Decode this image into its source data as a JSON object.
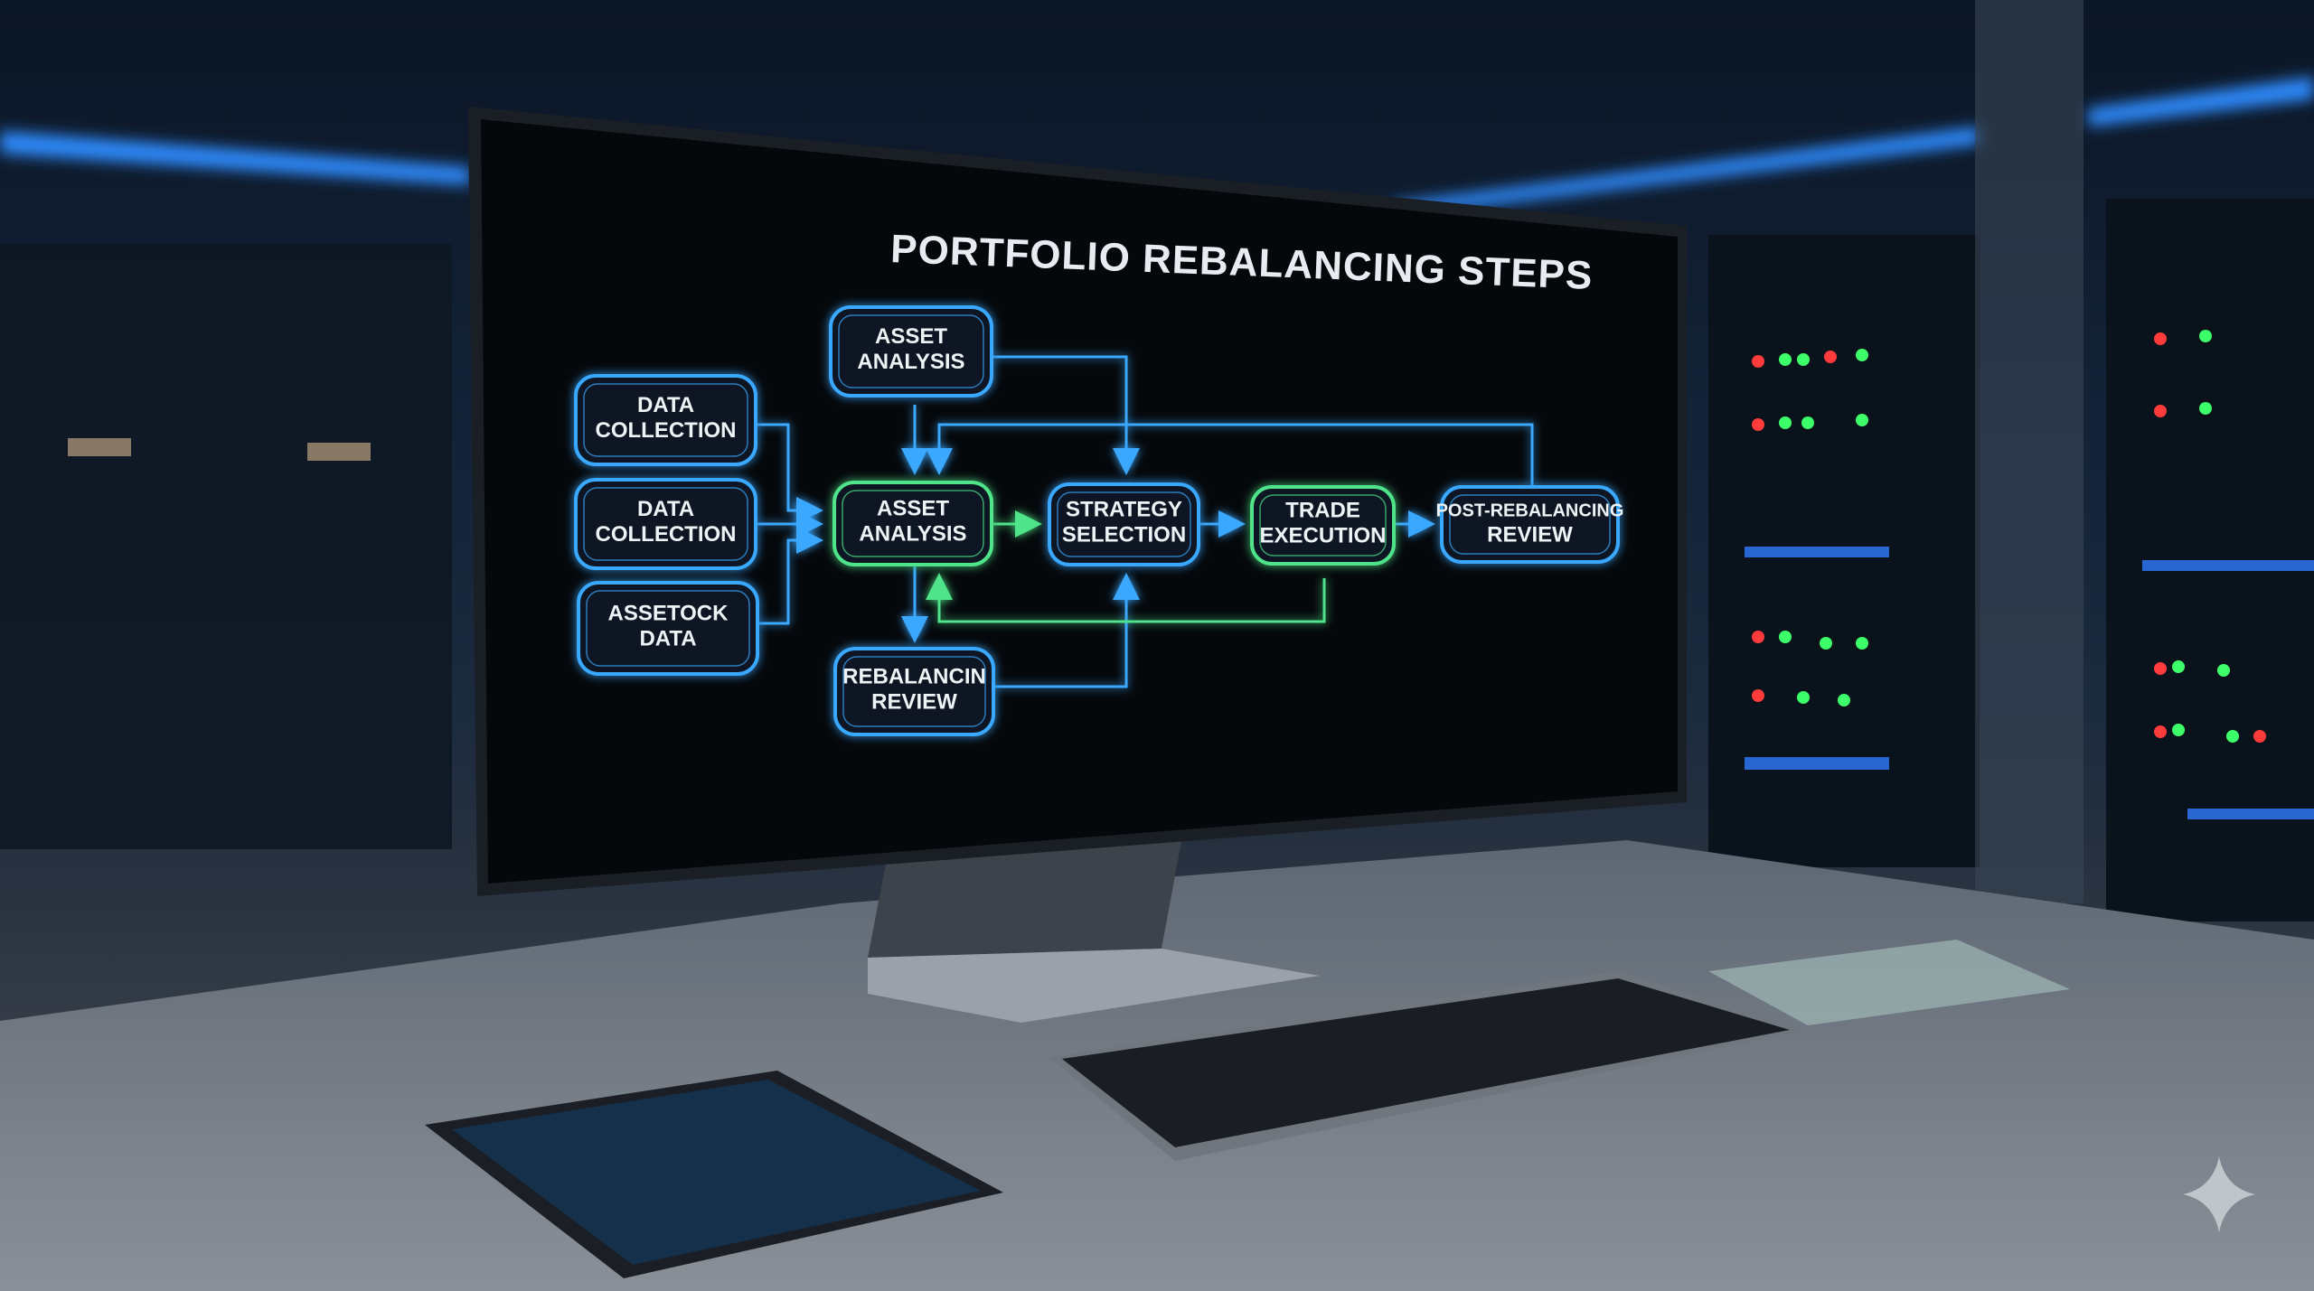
{
  "screen": {
    "title": "PORTFOLIO REBALANCING STEPS",
    "nodes": {
      "data_collection_1": [
        "DATA",
        "COLLECTION"
      ],
      "data_collection_2": [
        "DATA",
        "COLLECTION"
      ],
      "assetock_data": [
        "ASSETOCK",
        "DATA"
      ],
      "asset_analysis_top": [
        "ASSET",
        "ANALYSIS"
      ],
      "asset_analysis_main": [
        "ASSET",
        "ANALYSIS"
      ],
      "rebalancin_review": [
        "REBALANCIN",
        "REVIEW"
      ],
      "strategy_selection": [
        "STRATEGY",
        "SELECTION"
      ],
      "trade_execution": [
        "TRADE",
        "EXECUTION"
      ],
      "post_rebalancing_review": [
        "POST-REBALANCING",
        "REVIEW"
      ]
    }
  },
  "colors": {
    "blue": "#3aa8ff",
    "green": "#4fe38a",
    "screen": "#05080b"
  }
}
